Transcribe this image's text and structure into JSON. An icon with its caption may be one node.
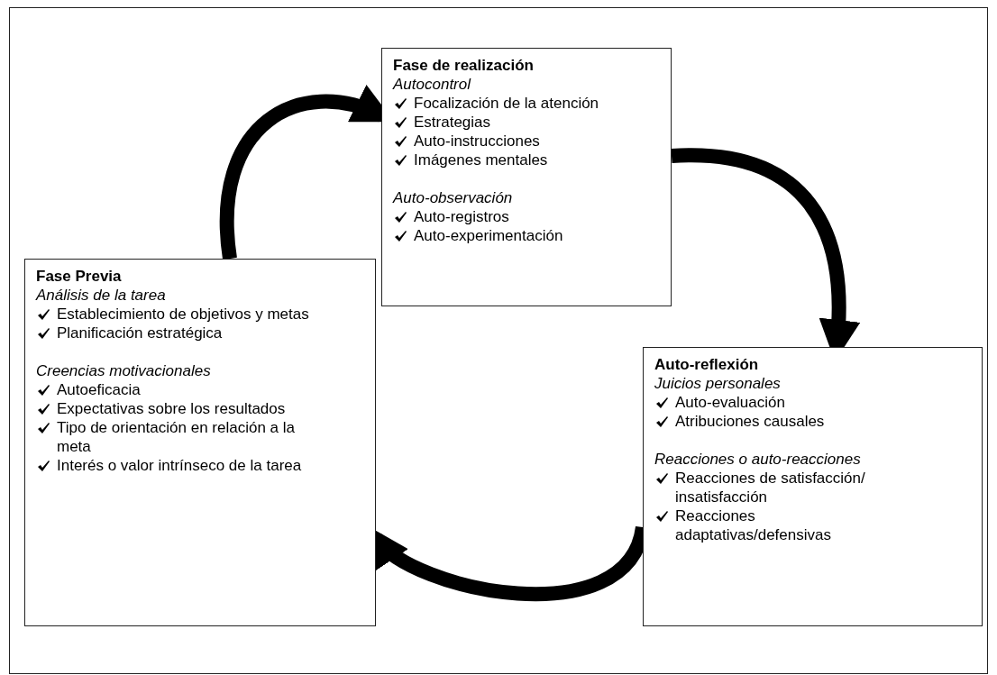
{
  "diagram": {
    "nodes": [
      {
        "text": [
          "Fase de realización",
          "Autocontrol",
          "Focalización de la atención",
          "Estrategias",
          "Auto-instrucciones",
          "Imágenes mentales",
          "Auto-observación",
          "Auto-registros",
          "Auto-experimentación"
        ]
      },
      {
        "text": [
          "Fase Previa",
          "Análisis de la tarea",
          "Establecimiento de objetivos y metas",
          "Planificación estratégica",
          "Creencias motivacionales",
          "Autoeficacia",
          "Expectativas sobre los resultados",
          "Tipo de orientación en relación a la meta",
          "Interés o valor intrínseco de la tarea"
        ]
      },
      {
        "text": [
          "Auto-reflexión",
          "Juicios personales",
          "Auto-evaluación",
          "Atribuciones causales",
          "Reacciones o auto-reacciones",
          "Reacciones de satisfacción/ insatisfacción",
          "Reacciones adaptativas/defensivas"
        ]
      }
    ],
    "edges": [
      {
        "from": 1,
        "to": 0,
        "arrow": "to"
      },
      {
        "from": 0,
        "to": 2,
        "arrow": "to"
      },
      {
        "from": 2,
        "to": 1,
        "arrow": "to"
      }
    ]
  }
}
